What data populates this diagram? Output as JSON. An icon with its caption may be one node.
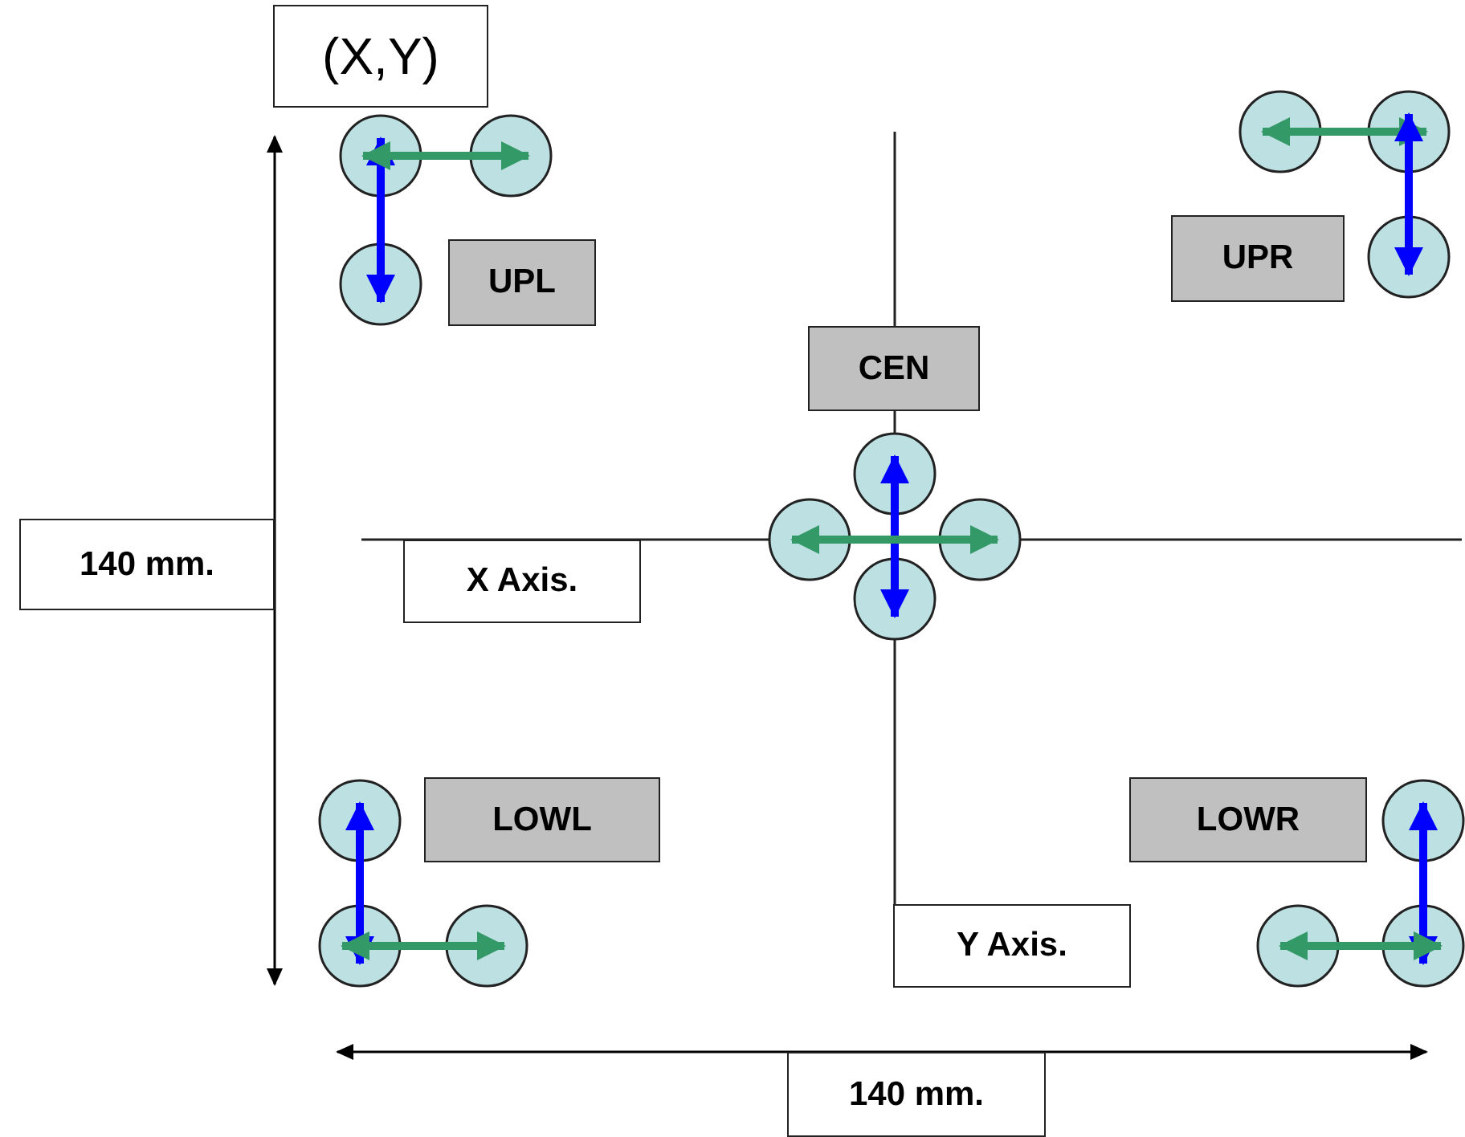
{
  "diagram": {
    "nodes": [
      {
        "text": [
          "(X,Y)"
        ]
      },
      {
        "text": [],
        "shape": "circle"
      },
      {
        "text": [],
        "shape": "circle"
      },
      {
        "text": [],
        "shape": "circle"
      },
      {
        "text": [],
        "shape": "circle"
      },
      {
        "text": [],
        "shape": "circle"
      },
      {
        "text": [
          "UPL"
        ]
      },
      {
        "text": [
          "UPR"
        ]
      },
      {
        "text": [],
        "shape": "circle"
      },
      {
        "text": [
          "CEN"
        ]
      },
      {
        "text": [],
        "shape": "circle"
      },
      {
        "text": [
          "140 mm."
        ]
      },
      {
        "text": [],
        "shape": "circle"
      },
      {
        "text": [],
        "shape": "circle"
      },
      {
        "text": [
          "X Axis."
        ]
      },
      {
        "text": [],
        "shape": "circle"
      },
      {
        "text": [],
        "shape": "circle"
      },
      {
        "text": [
          "LOWL"
        ]
      },
      {
        "text": [
          "LOWR"
        ]
      },
      {
        "text": [],
        "shape": "circle"
      },
      {
        "text": [],
        "shape": "circle"
      },
      {
        "text": [],
        "shape": "circle"
      },
      {
        "text": [],
        "shape": "circle"
      },
      {
        "text": [],
        "shape": "circle"
      },
      {
        "text": [
          "Y Axis."
        ]
      },
      {
        "text": [
          "140 mm."
        ]
      }
    ],
    "edges": [
      {
        "from": 1,
        "to": 5,
        "arrow": "both",
        "color": "#0000ff"
      },
      {
        "from": 1,
        "to": 2,
        "arrow": "both",
        "color": "#339966"
      },
      {
        "from": 3,
        "to": 4,
        "arrow": "both",
        "color": "#339966"
      },
      {
        "from": 4,
        "to": 8,
        "arrow": "both",
        "color": "#0000ff"
      },
      {
        "from": 10,
        "to": 15,
        "arrow": "both",
        "color": "#0000ff"
      },
      {
        "from": 12,
        "to": 13,
        "arrow": "both",
        "color": "#339966"
      },
      {
        "from": 20,
        "to": 16,
        "arrow": "both",
        "color": "#0000ff"
      },
      {
        "from": 20,
        "to": 21,
        "arrow": "both",
        "color": "#339966"
      },
      {
        "from": 23,
        "to": 19,
        "arrow": "both",
        "color": "#0000ff"
      },
      {
        "from": 22,
        "to": 23,
        "arrow": "both",
        "color": "#339966"
      }
    ]
  }
}
